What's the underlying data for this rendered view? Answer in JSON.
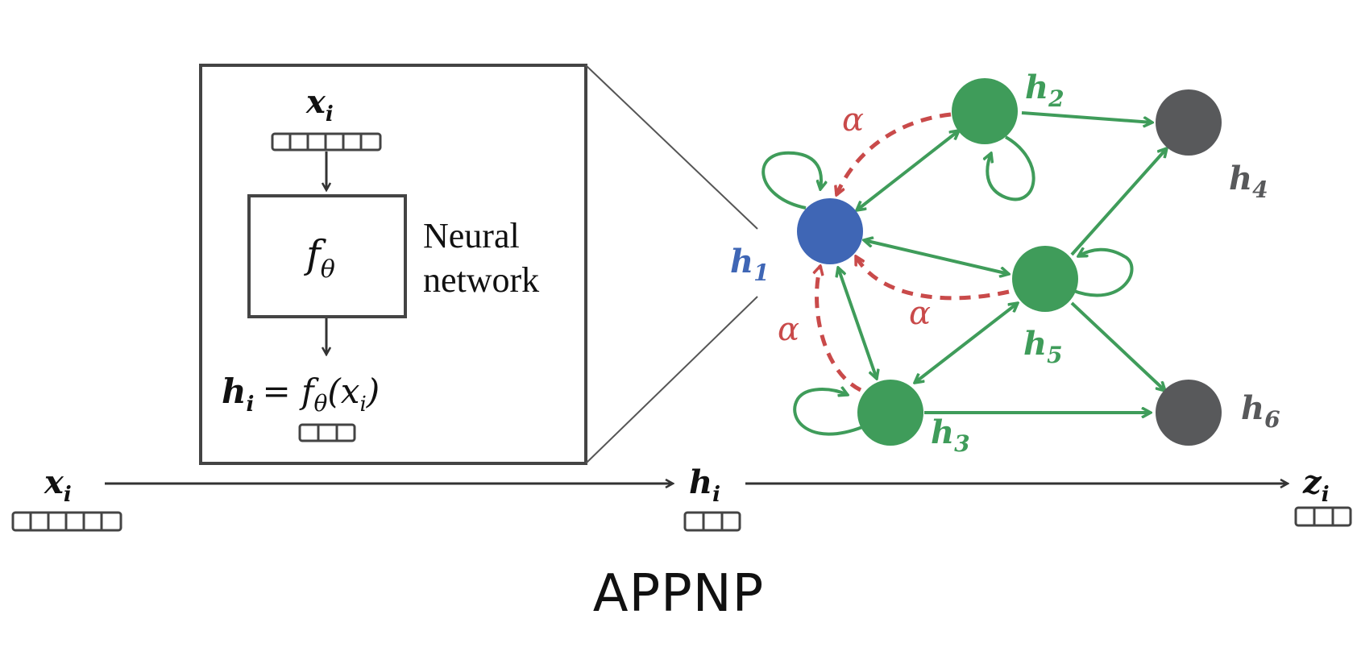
{
  "title": "APPNP",
  "inset": {
    "input_label_main": "x",
    "input_label_sub": "i",
    "function_main": "f",
    "function_sub": "θ",
    "nn_line1": "Neural",
    "nn_line2": "network",
    "equation": "= f",
    "equation_sub": "θ",
    "equation_arg": "(x",
    "equation_arg_sub": "i",
    "equation_close": ")",
    "output_main": "h",
    "output_sub": "i"
  },
  "pipeline": {
    "x_main": "x",
    "x_sub": "i",
    "h_main": "h",
    "h_sub": "i",
    "z_main": "z",
    "z_sub": "i"
  },
  "graph": {
    "nodes": [
      {
        "id": "h1",
        "main": "h",
        "sub": "1",
        "color": "#3f66b5"
      },
      {
        "id": "h2",
        "main": "h",
        "sub": "2",
        "color": "#3f9c5a"
      },
      {
        "id": "h3",
        "main": "h",
        "sub": "3",
        "color": "#3f9c5a"
      },
      {
        "id": "h4",
        "main": "h",
        "sub": "4",
        "color": "#58595b"
      },
      {
        "id": "h5",
        "main": "h",
        "sub": "5",
        "color": "#3f9c5a"
      },
      {
        "id": "h6",
        "main": "h",
        "sub": "6",
        "color": "#58595b"
      }
    ],
    "teleport_label": "α",
    "colors": {
      "green": "#3f9c5a",
      "red": "#c94a4a",
      "blue": "#3f66b5",
      "gray": "#58595b",
      "dark": "#333333"
    }
  }
}
